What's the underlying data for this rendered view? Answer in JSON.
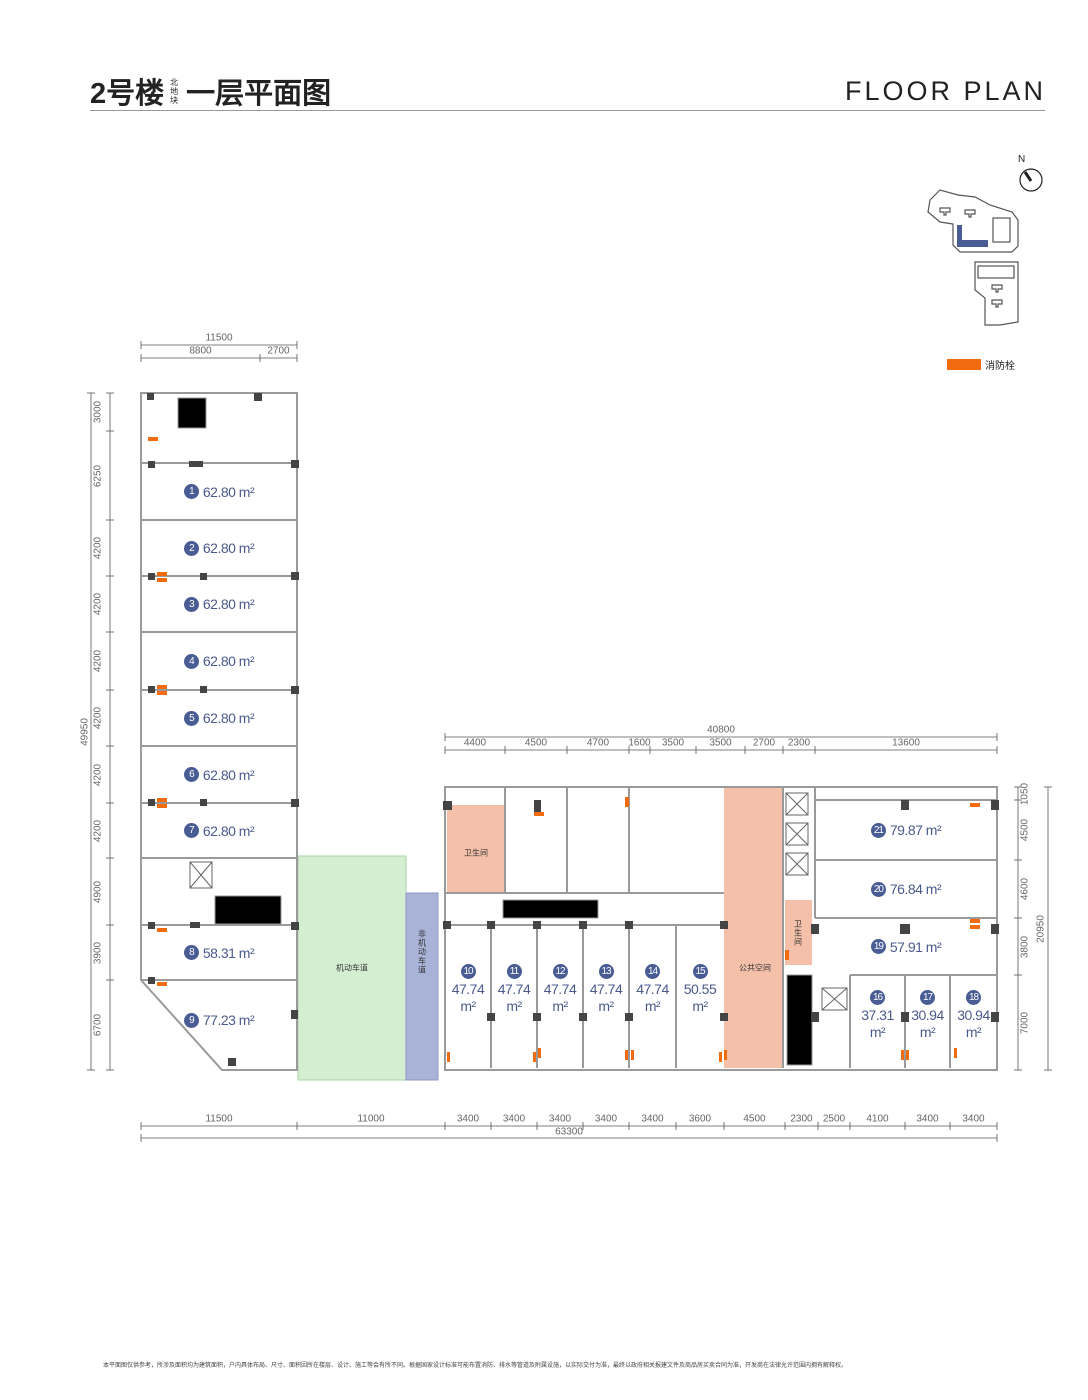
{
  "header": {
    "building": "2号楼",
    "block": [
      "北",
      "地",
      "块"
    ],
    "floor_title": "一层平面图",
    "english_title": "FLOOR PLAN"
  },
  "compass": {
    "label": "N"
  },
  "legend": {
    "label": "消防栓",
    "color": "#f26b0f"
  },
  "rooms": {
    "toilet": "卫生间",
    "public_space": "公共空间",
    "vehicle_lane": "机动车道",
    "bike_lane": "非机动车道",
    "toilet2": "卫生间"
  },
  "units": [
    {
      "num": "1",
      "area": "62.80"
    },
    {
      "num": "2",
      "area": "62.80"
    },
    {
      "num": "3",
      "area": "62.80"
    },
    {
      "num": "4",
      "area": "62.80"
    },
    {
      "num": "5",
      "area": "62.80"
    },
    {
      "num": "6",
      "area": "62.80"
    },
    {
      "num": "7",
      "area": "62.80"
    },
    {
      "num": "8",
      "area": "58.31"
    },
    {
      "num": "9",
      "area": "77.23"
    },
    {
      "num": "10",
      "area": "47.74"
    },
    {
      "num": "11",
      "area": "47.74"
    },
    {
      "num": "12",
      "area": "47.74"
    },
    {
      "num": "13",
      "area": "47.74"
    },
    {
      "num": "14",
      "area": "47.74"
    },
    {
      "num": "15",
      "area": "50.55"
    },
    {
      "num": "16",
      "area": "37.31"
    },
    {
      "num": "17",
      "area": "30.94"
    },
    {
      "num": "18",
      "area": "30.94"
    },
    {
      "num": "19",
      "area": "57.91"
    },
    {
      "num": "20",
      "area": "76.84"
    },
    {
      "num": "21",
      "area": "79.87"
    }
  ],
  "unit_suffix": "m²",
  "dimensions": {
    "left_top_total": "11500",
    "left_top": [
      "8800",
      "2700"
    ],
    "left_side_total": "49950",
    "left_side": [
      "3000",
      "6250",
      "4200",
      "4200",
      "4200",
      "4200",
      "4200",
      "4200",
      "4900",
      "3900",
      "6700"
    ],
    "right_top_total": "40800",
    "right_top": [
      "4400",
      "4500",
      "4700",
      "1600",
      "3500",
      "3500",
      "2700",
      "2300",
      "13600"
    ],
    "right_side_total": "20950",
    "right_side": [
      "1050",
      "4500",
      "4600",
      "3800",
      "7000"
    ],
    "bottom_total": "63300",
    "bottom": [
      "11500",
      "11000",
      "3400",
      "3400",
      "3400",
      "3400",
      "3400",
      "3600",
      "4500",
      "2300",
      "2500",
      "4100",
      "3400",
      "3400"
    ]
  },
  "footnote": "本平面图仅供参考，所涉及面积均为建筑面积，户内具体布局、尺寸、面积因所在楼层、设计、施工等会有所不同。根据国家设计标准可能布置消防、排水等管道及附属设施，以实际交付为准，最终以政府相关报建文件及商品房买卖合同为准，开发商在法律允许范围内拥有解释权。"
}
